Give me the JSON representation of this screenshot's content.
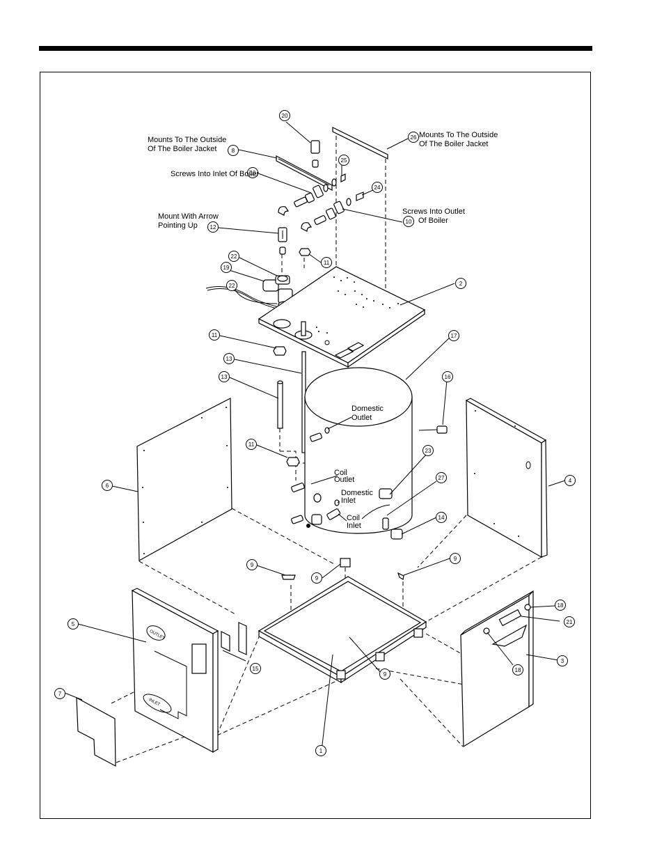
{
  "callouts": [
    {
      "id": "1",
      "label": "1"
    },
    {
      "id": "2",
      "label": "2"
    },
    {
      "id": "3",
      "label": "3"
    },
    {
      "id": "4",
      "label": "4"
    },
    {
      "id": "5",
      "label": "5"
    },
    {
      "id": "6",
      "label": "6"
    },
    {
      "id": "7",
      "label": "7"
    },
    {
      "id": "8",
      "label": "8"
    },
    {
      "id": "9a",
      "label": "9"
    },
    {
      "id": "9b",
      "label": "9"
    },
    {
      "id": "9c",
      "label": "9"
    },
    {
      "id": "9d",
      "label": "9"
    },
    {
      "id": "10a",
      "label": "10"
    },
    {
      "id": "10b",
      "label": "10"
    },
    {
      "id": "11a",
      "label": "11"
    },
    {
      "id": "11b",
      "label": "11"
    },
    {
      "id": "11c",
      "label": "11"
    },
    {
      "id": "12",
      "label": "12"
    },
    {
      "id": "13a",
      "label": "13"
    },
    {
      "id": "13b",
      "label": "13"
    },
    {
      "id": "14",
      "label": "14"
    },
    {
      "id": "15",
      "label": "15"
    },
    {
      "id": "16",
      "label": "16"
    },
    {
      "id": "17",
      "label": "17"
    },
    {
      "id": "18a",
      "label": "18"
    },
    {
      "id": "18b",
      "label": "18"
    },
    {
      "id": "19",
      "label": "19"
    },
    {
      "id": "20",
      "label": "20"
    },
    {
      "id": "21",
      "label": "21"
    },
    {
      "id": "22a",
      "label": "22"
    },
    {
      "id": "22b",
      "label": "22"
    },
    {
      "id": "23",
      "label": "23"
    },
    {
      "id": "24",
      "label": "24"
    },
    {
      "id": "25",
      "label": "25"
    },
    {
      "id": "26",
      "label": "26"
    },
    {
      "id": "27",
      "label": "27"
    }
  ],
  "notes": {
    "mounts_outside_left_1": "Mounts To The Outside",
    "mounts_outside_left_2": "Of The Boiler Jacket",
    "mounts_outside_right_1": "Mounts To The Outside",
    "mounts_outside_right_2": "Of The Boiler Jacket",
    "screws_inlet": "Screws Into Inlet Of Boiler",
    "screws_outlet_1": "Screws Into Outlet",
    "screws_outlet_2": "Of Boiler",
    "arrow_up_1": "Mount With Arrow",
    "arrow_up_2": "Pointing Up",
    "domestic_outlet_1": "Domestic",
    "domestic_outlet_2": "Outlet",
    "coil_outlet_1": "Coil",
    "coil_outlet_2": "Outlet",
    "domestic_inlet_1": "Domestic",
    "domestic_inlet_2": "Inlet",
    "coil_inlet_1": "Coil",
    "coil_inlet_2": "Inlet"
  },
  "panel_labels": {
    "outlet": "OUTLET",
    "inlet": "INLET"
  }
}
